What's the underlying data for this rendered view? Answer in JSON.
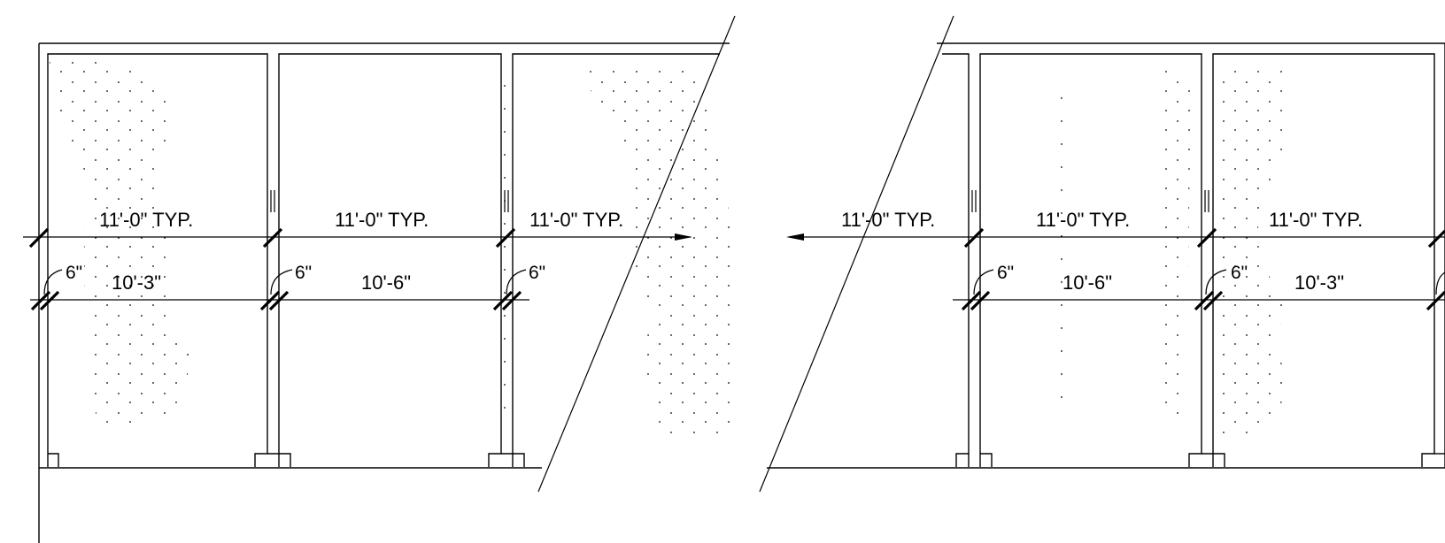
{
  "dimensions": {
    "upper_row": [
      "11'-0\" TYP.",
      "11'-0\" TYP.",
      "11'-0\" TYP.",
      "11'-0\" TYP.",
      "11'-0\" TYP.",
      "11'-0\" TYP."
    ],
    "lower_row": [
      "10'-3\"",
      "10'-6\"",
      "10'-6\"",
      "10'-3\""
    ],
    "wall_offsets": [
      "6\"",
      "6\"",
      "6\"",
      "6\"",
      "6\""
    ]
  },
  "colors": {
    "line": "#000000",
    "background": "#ffffff"
  }
}
